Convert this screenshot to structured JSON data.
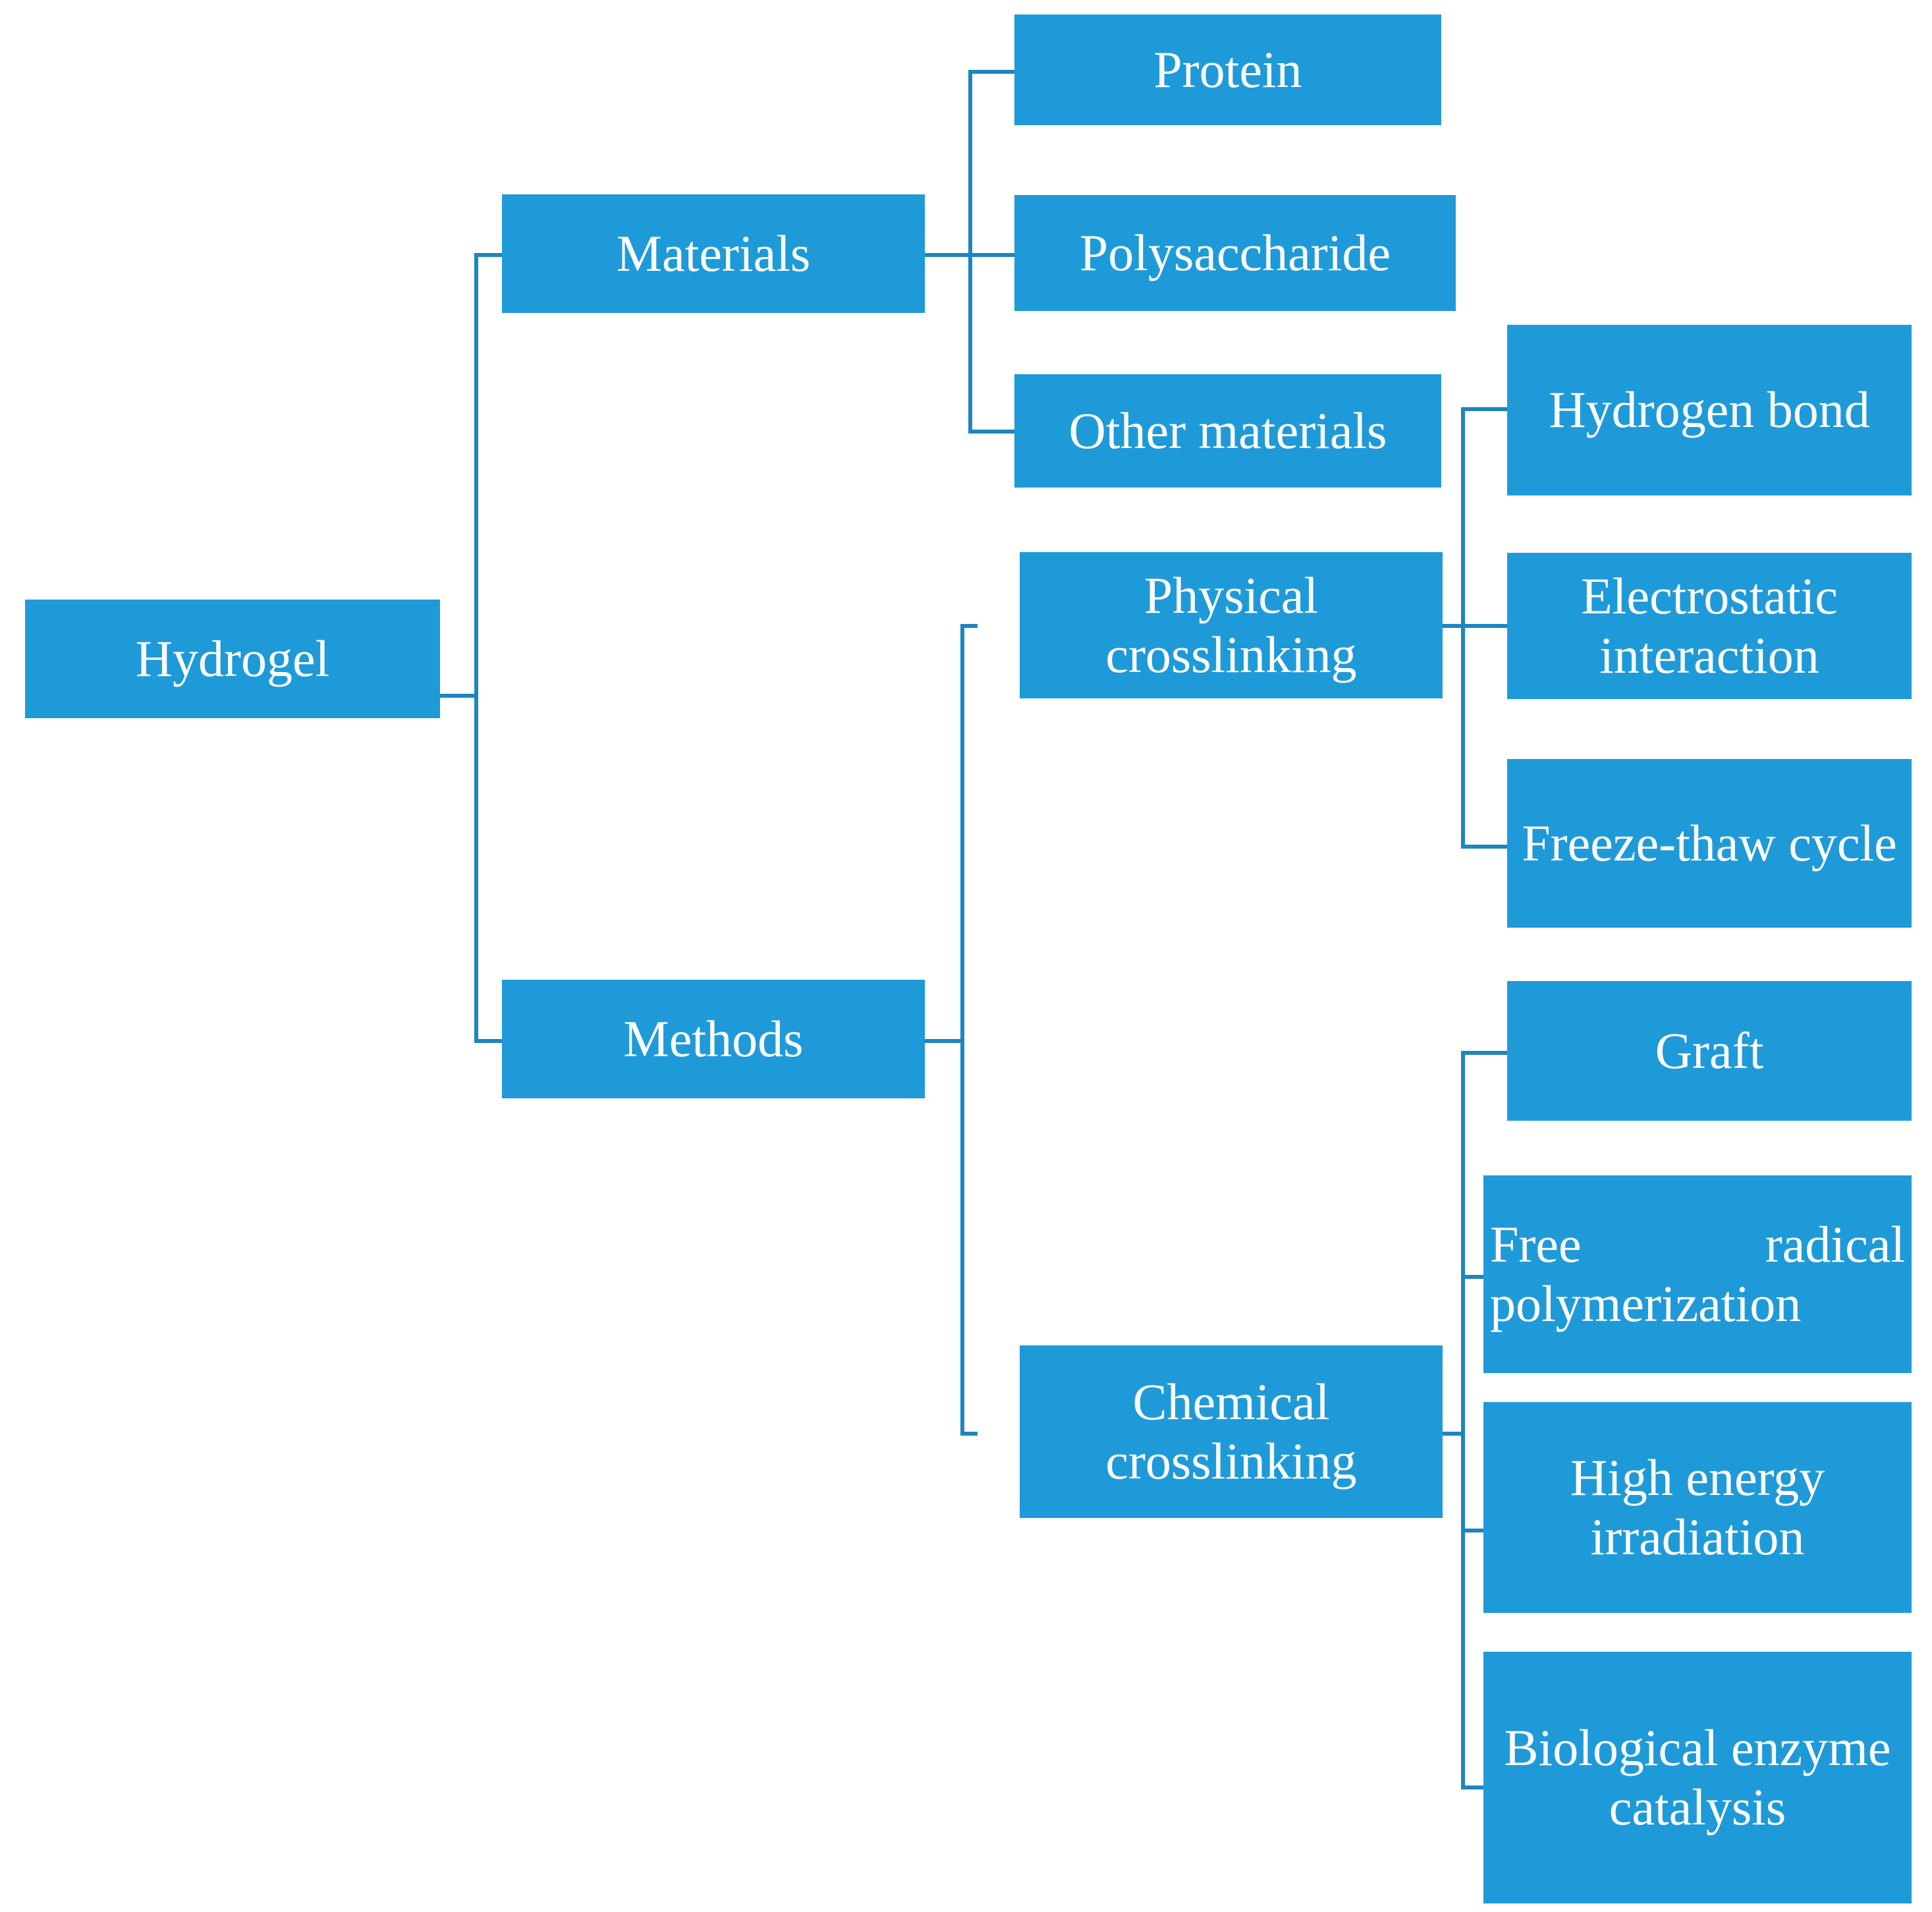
{
  "diagram": {
    "type": "tree",
    "orientation": "left-to-right",
    "colors": {
      "node_fill": "#1f9ad9",
      "node_text": "#ffffff",
      "connector": "#1d85c0",
      "background": "#ffffff"
    },
    "root": {
      "id": "hydrogel",
      "label": "Hydrogel"
    },
    "level1": [
      {
        "id": "materials",
        "label": "Materials"
      },
      {
        "id": "methods",
        "label": "Methods"
      }
    ],
    "materials_children": [
      {
        "id": "protein",
        "label": "Protein"
      },
      {
        "id": "polysaccharide",
        "label": "Polysaccharide"
      },
      {
        "id": "other-materials",
        "label": "Other materials"
      }
    ],
    "methods_children": [
      {
        "id": "physical-crosslinking",
        "label": "Physical crosslinking"
      },
      {
        "id": "chemical-crosslinking",
        "label": "Chemical crosslinking"
      }
    ],
    "physical_children": [
      {
        "id": "hydrogen-bond",
        "label": "Hydrogen bond"
      },
      {
        "id": "electrostatic-interaction",
        "label": "Electrostatic interaction"
      },
      {
        "id": "freeze-thaw-cycle",
        "label": "Freeze-thaw cycle"
      }
    ],
    "chemical_children": [
      {
        "id": "graft",
        "label": "Graft"
      },
      {
        "id": "free-radical-polymerization",
        "label": "Free  radical polymerization"
      },
      {
        "id": "high-energy-irradiation",
        "label": "High energy irradiation"
      },
      {
        "id": "biological-enzyme-catalysis",
        "label": "Biological enzyme catalysis"
      }
    ]
  }
}
